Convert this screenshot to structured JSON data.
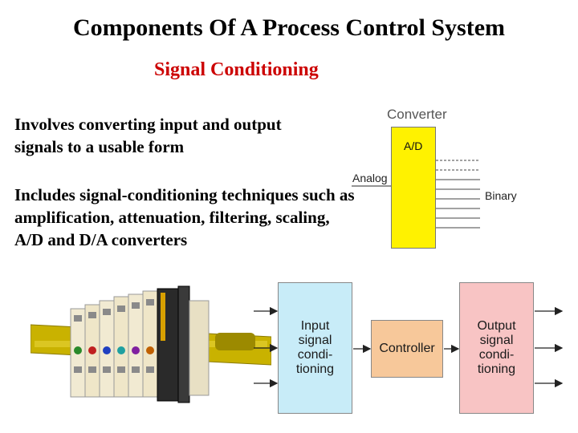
{
  "slide": {
    "title": "Components Of A Process Control System",
    "subtitle": "Signal Conditioning",
    "paragraph1": "Involves converting input and output signals to a usable form",
    "paragraph2": "Includes signal-conditioning techniques such as amplification, attenuation, filtering, scaling, A/D and D/A converters"
  },
  "converter_diagram": {
    "heading": "Converter",
    "box_label": "A/D",
    "input_label": "Analog",
    "output_label": "Binary",
    "colors": {
      "box": "#fff200"
    }
  },
  "block_diagram": {
    "input_block": "Input signal condi- tioning",
    "controller_block": "Controller",
    "output_block": "Output signal condi- tioning",
    "colors": {
      "input": "#c8ecf8",
      "controller": "#f7c89a",
      "output": "#f8c4c4"
    }
  }
}
